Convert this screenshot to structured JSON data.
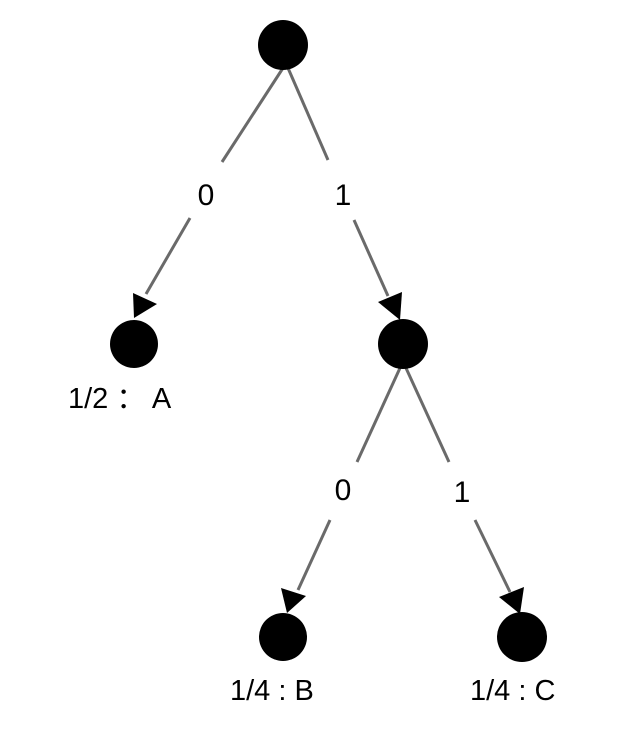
{
  "tree": {
    "nodes": [
      {
        "id": "root"
      },
      {
        "id": "leaf-a",
        "label": "1/2 ： A"
      },
      {
        "id": "inner"
      },
      {
        "id": "leaf-b",
        "label": "1/4 : B"
      },
      {
        "id": "leaf-c",
        "label": "1/4 : C"
      }
    ],
    "edges": [
      {
        "from": "root",
        "to": "leaf-a",
        "label": "0"
      },
      {
        "from": "root",
        "to": "inner",
        "label": "1"
      },
      {
        "from": "inner",
        "to": "leaf-b",
        "label": "0"
      },
      {
        "from": "inner",
        "to": "leaf-c",
        "label": "1"
      }
    ]
  },
  "colors": {
    "node": "#000000",
    "edge": "#6a6a6a",
    "text": "#000000"
  }
}
